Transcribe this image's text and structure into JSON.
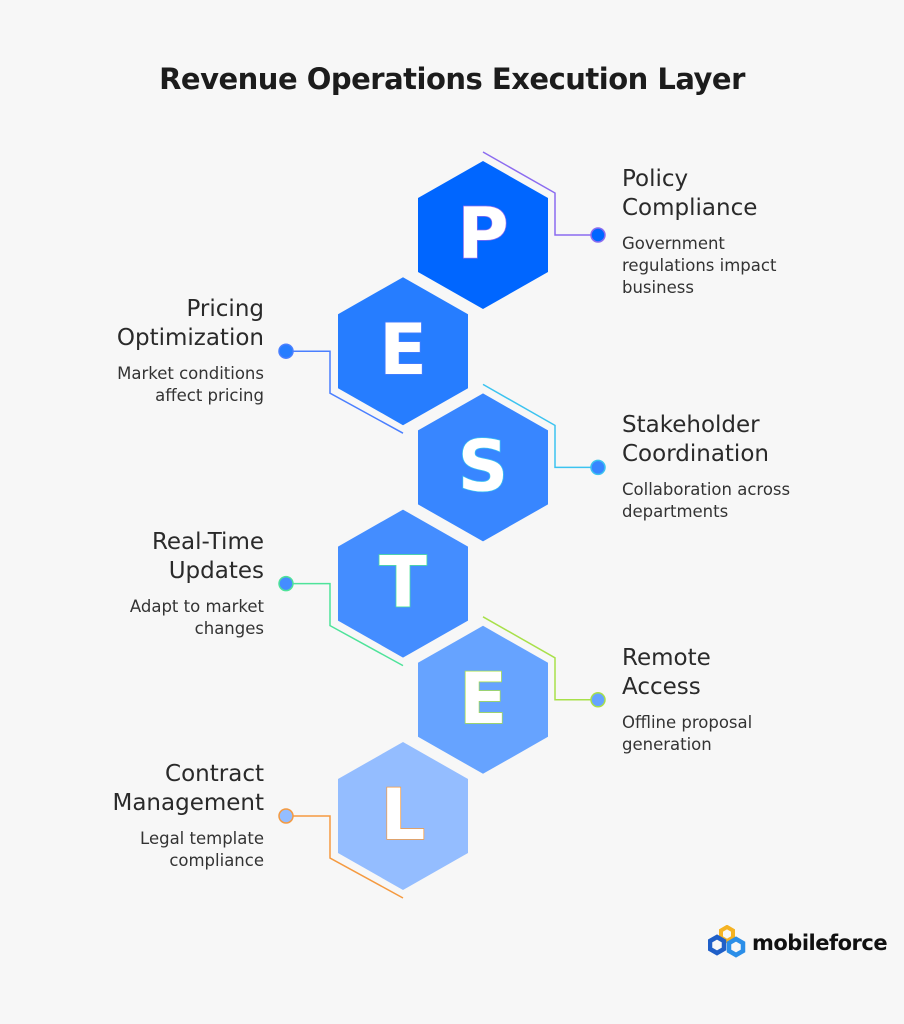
{
  "title": "Revenue Operations Execution Layer",
  "items": [
    {
      "letter": "P",
      "heading_line1": "Policy",
      "heading_line2": "Compliance",
      "desc_line1": "Government",
      "desc_line2": "regulations impact",
      "desc_line3": "business",
      "side": "right",
      "fill": "#0066ff",
      "accent": "#8b6cf0",
      "dot": "#0066ff"
    },
    {
      "letter": "E",
      "heading_line1": "Pricing",
      "heading_line2": "Optimization",
      "desc_line1": "Market conditions",
      "desc_line2": "affect pricing",
      "desc_line3": "",
      "side": "left",
      "fill": "#267dff",
      "accent": "#4a7fff",
      "dot": "#267dff"
    },
    {
      "letter": "S",
      "heading_line1": "Stakeholder",
      "heading_line2": "Coordination",
      "desc_line1": "Collaboration across",
      "desc_line2": "departments",
      "desc_line3": "",
      "side": "right",
      "fill": "#3886ff",
      "accent": "#3cc3f0",
      "dot": "#3886ff"
    },
    {
      "letter": "T",
      "heading_line1": "Real-Time",
      "heading_line2": "Updates",
      "desc_line1": "Adapt to market",
      "desc_line2": "changes",
      "desc_line3": "",
      "side": "left",
      "fill": "#448dff",
      "accent": "#4ee39a",
      "dot": "#448dff"
    },
    {
      "letter": "E",
      "heading_line1": "Remote",
      "heading_line2": "Access",
      "desc_line1": "Offline proposal",
      "desc_line2": "generation",
      "desc_line3": "",
      "side": "right",
      "fill": "#66a3ff",
      "accent": "#a8e04a",
      "dot": "#66a3ff"
    },
    {
      "letter": "L",
      "heading_line1": "Contract",
      "heading_line2": "Management",
      "desc_line1": "Legal template",
      "desc_line2": "compliance",
      "desc_line3": "",
      "side": "left",
      "fill": "#94bdff",
      "accent": "#f59a40",
      "dot": "#94bdff"
    }
  ],
  "logo": {
    "text": "mobileforce"
  }
}
